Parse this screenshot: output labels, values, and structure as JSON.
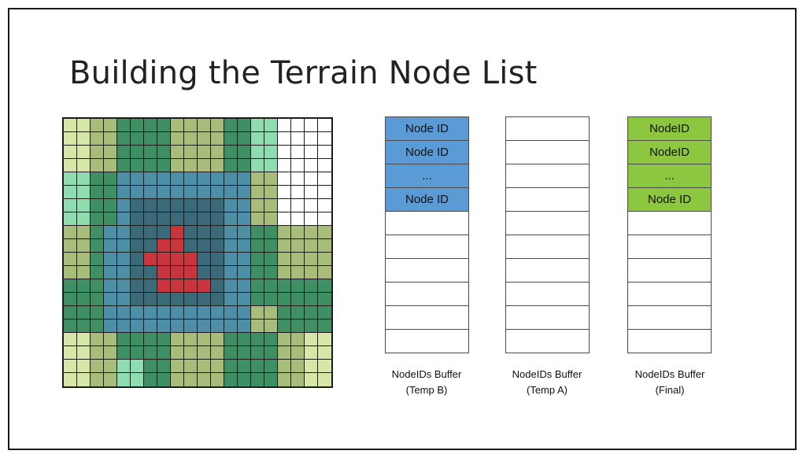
{
  "title": "Building the Terrain Node List",
  "colors": {
    "light_green": "#d6e7a8",
    "olive": "#a9bd7a",
    "dark_green": "#3f8f64",
    "mint": "#8fdcb0",
    "steel_blue": "#4e8fa8",
    "slate": "#3b6a79",
    "red": "#c8353c",
    "empty": "#ffffff",
    "blue_slot": "#5b9bd5",
    "green_slot": "#8dc63f"
  },
  "terrain_grid": {
    "rows": [
      "LLOOGGGGOOOOGGMMWWWW",
      "LLOOGGGGOOOOGGMMWWWW",
      "LLOOGGGGOOOOGGMMWWWW",
      "LLOOGGGGOOOOGGMMWWWW",
      "MMGGSSSSSSSSSSOOWWWW",
      "MMGGSSSSSSSSSSOOWWWW",
      "MMGGSSSSSSSSSSOOWWWW",
      "MMGGSSSSSSSSSSOOWWWW",
      "OOGSSSSSRSSSSSGGOOOO",
      "OOGSSSSRRSSSSSGGOOOO",
      "OOGSSSRRRRSSSSGGOOOO",
      "OOGSSSSRRRSSSSGGOOOO",
      "GGGSSSSRRRRSSSGGGGGG",
      "GGGSSSSSSSSSSSGGGGGG",
      "GGGSSSSSSSSSSSOOGGGG",
      "GGGSSSSSSSSSSSOOGGGG",
      "LLOOGGGGOOOOGGGGOOLL",
      "LLOOGGGGOOOOGGGGOOLL",
      "LLOOMMGGOOOOGGGGOOLL",
      "LLOOMMGGOOOOGGGGOOLL"
    ]
  },
  "buffers": [
    {
      "caption_line1": "NodeIDs Buffer",
      "caption_line2": "(Temp B)",
      "slots": [
        "Node ID",
        "Node ID",
        "...",
        "Node ID",
        "",
        "",
        "",
        "",
        "",
        ""
      ],
      "filled": 4,
      "fill_color": "#5b9bd5"
    },
    {
      "caption_line1": "NodeIDs Buffer",
      "caption_line2": "(Temp A)",
      "slots": [
        "",
        "",
        "",
        "",
        "",
        "",
        "",
        "",
        "",
        ""
      ],
      "filled": 0,
      "fill_color": "#ffffff"
    },
    {
      "caption_line1": "NodeIDs Buffer",
      "caption_line2": "(Final)",
      "slots": [
        "NodeID",
        "NodeID",
        "...",
        "Node ID",
        "",
        "",
        "",
        "",
        "",
        ""
      ],
      "filled": 4,
      "fill_color": "#8dc63f"
    }
  ]
}
